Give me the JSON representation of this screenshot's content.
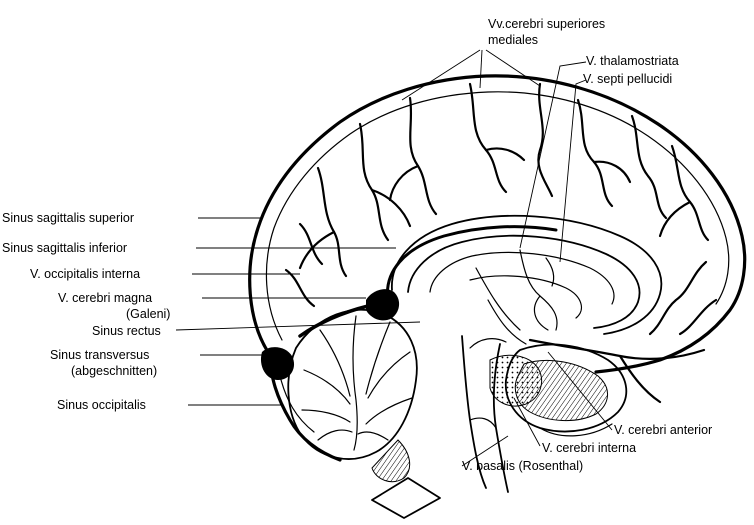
{
  "labels": {
    "vv_cerebri_superiores_1": "Vv.cerebri superiores",
    "vv_cerebri_superiores_2": "mediales",
    "v_thalamostriata": "V. thalamostriata",
    "v_septi_pellucidi": "V. septi pellucidi",
    "sinus_sagittalis_superior": "Sinus sagittalis superior",
    "sinus_sagittalis_inferior": "Sinus sagittalis inferior",
    "v_occipitalis_interna": "V. occipitalis interna",
    "v_cerebri_magna_1": "V. cerebri magna",
    "v_cerebri_magna_2": "(Galeni)",
    "sinus_rectus": "Sinus rectus",
    "sinus_transversus_1": "Sinus transversus",
    "sinus_transversus_2": "(abgeschnitten)",
    "sinus_occipitalis": "Sinus occipitalis",
    "v_cerebri_anterior": "V. cerebri anterior",
    "v_cerebri_interna": "V. cerebri interna",
    "v_basalis": "V. basalis (Rosenthal)"
  }
}
